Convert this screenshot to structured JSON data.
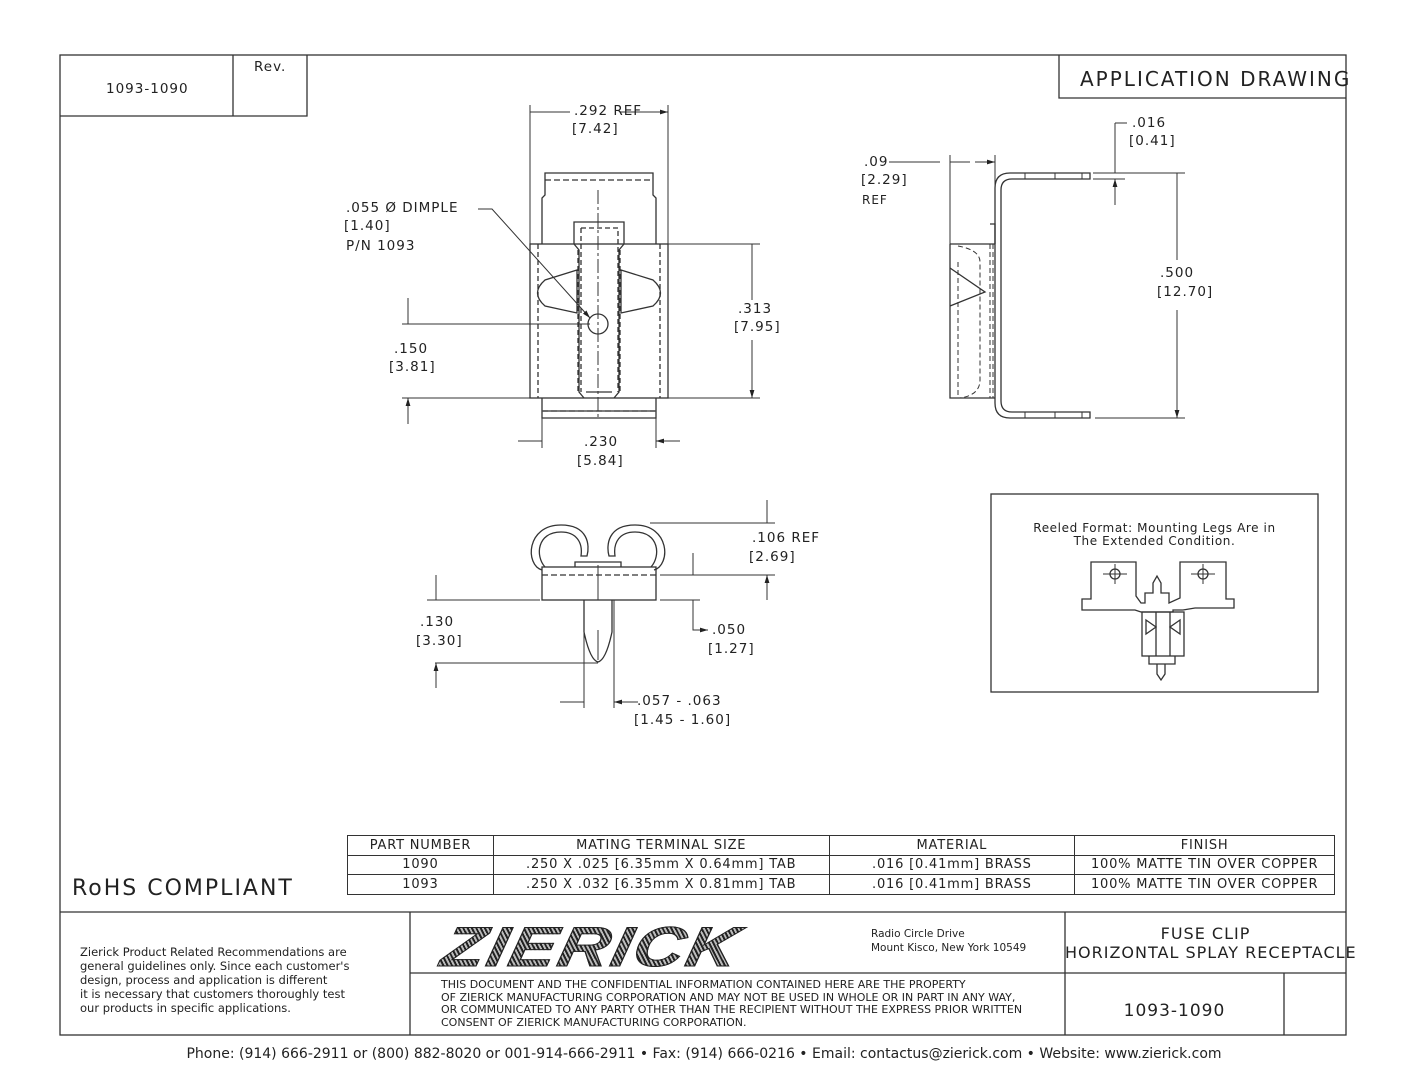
{
  "title_block": {
    "doc_number": "1093-1090",
    "rev_label": "Rev.",
    "drawing_type": "APPLICATION DRAWING"
  },
  "front_view": {
    "width_ref": ".292  REF",
    "width_ref_mm": "[7.42]",
    "dimple": ".055  Ø  DIMPLE",
    "dimple_mm": "[1.40]",
    "dimple_pn": "P/N 1093",
    "dimple_height": ".150",
    "dimple_height_mm": "[3.81]",
    "body_height": ".313",
    "body_height_mm": "[7.95]",
    "base_width": ".230",
    "base_width_mm": "[5.84]"
  },
  "side_view": {
    "offset": ".09",
    "offset_mm": "[2.29]",
    "offset_ref": "REF",
    "thickness": ".016",
    "thickness_mm": "[0.41]",
    "height": ".500",
    "height_mm": "[12.70]"
  },
  "end_view": {
    "hook_height": ".106  REF",
    "hook_height_mm": "[2.69]",
    "leg_length": ".130",
    "leg_length_mm": "[3.30]",
    "step": ".050",
    "step_mm": "[1.27]",
    "leg_width": ".057  -  .063",
    "leg_width_mm": "[1.45  -  1.60]"
  },
  "reeled_note": {
    "line1": "Reeled Format: Mounting Legs Are in",
    "line2": "The Extended Condition."
  },
  "parts_table": {
    "headers": [
      "PART NUMBER",
      "MATING TERMINAL SIZE",
      "MATERIAL",
      "FINISH"
    ],
    "rows": [
      [
        "1090",
        ".250 X .025 [6.35mm X 0.64mm] TAB",
        ".016 [0.41mm] BRASS",
        "100% MATTE TIN OVER COPPER"
      ],
      [
        "1093",
        ".250 X .032 [6.35mm X 0.81mm] TAB",
        ".016 [0.41mm] BRASS",
        "100% MATTE TIN OVER COPPER"
      ]
    ]
  },
  "rohs": "RoHS COMPLIANT",
  "disclaimer": "Zierick Product Related Recommendations are\ngeneral guidelines only. Since each customer's\ndesign, process and application is different\nit is necessary that customers thoroughly test\nour products in specific applications.",
  "company": {
    "logo": "ZIERICK",
    "address_line1": "Radio Circle Drive",
    "address_line2": "Mount Kisco, New York 10549"
  },
  "confidential": "THIS DOCUMENT AND THE CONFIDENTIAL INFORMATION CONTAINED HERE ARE THE PROPERTY\nOF ZIERICK MANUFACTURING CORPORATION AND MAY NOT BE USED IN WHOLE OR IN PART IN ANY WAY,\nOR COMMUNICATED TO ANY PARTY OTHER THAN THE RECIPIENT WITHOUT THE EXPRESS PRIOR WRITTEN\nCONSENT OF ZIERICK MANUFACTURING CORPORATION.",
  "product_title": {
    "line1": "FUSE CLIP",
    "line2": "HORIZONTAL SPLAY RECEPTACLE"
  },
  "drawing_number": "1093-1090",
  "footer": "Phone: (914) 666-2911 or (800) 882-8020 or 001-914-666-2911 • Fax: (914) 666-0216 • Email: contactus@zierick.com • Website: www.zierick.com"
}
